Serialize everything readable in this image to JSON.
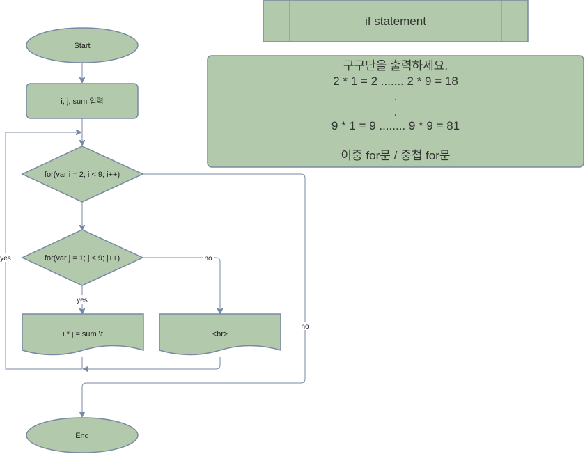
{
  "flowchart": {
    "start": "Start",
    "input": "i, j, sum 입력",
    "outer_loop": "for(var i = 2; i < 9; i++)",
    "inner_loop": "for(var j = 1; j < 9; j++)",
    "output_product": "i * j = sum \\t",
    "output_break": "<br>",
    "end": "End",
    "edge_labels": {
      "inner_yes": "yes",
      "inner_no": "no",
      "outer_yes": "yes",
      "outer_no": "no"
    }
  },
  "title_box": {
    "text": "if statement"
  },
  "note": {
    "lines": [
      "구구단을 출력하세요.",
      "2 * 1 = 2 ....... 2 * 9 = 18",
      ".",
      ".",
      "9 * 1 = 9 ........ 9 * 9 = 81",
      "",
      "이중 for문 / 중첩 for문"
    ]
  },
  "colors": {
    "fill": "#b2c9ab",
    "stroke": "#788aa3"
  }
}
